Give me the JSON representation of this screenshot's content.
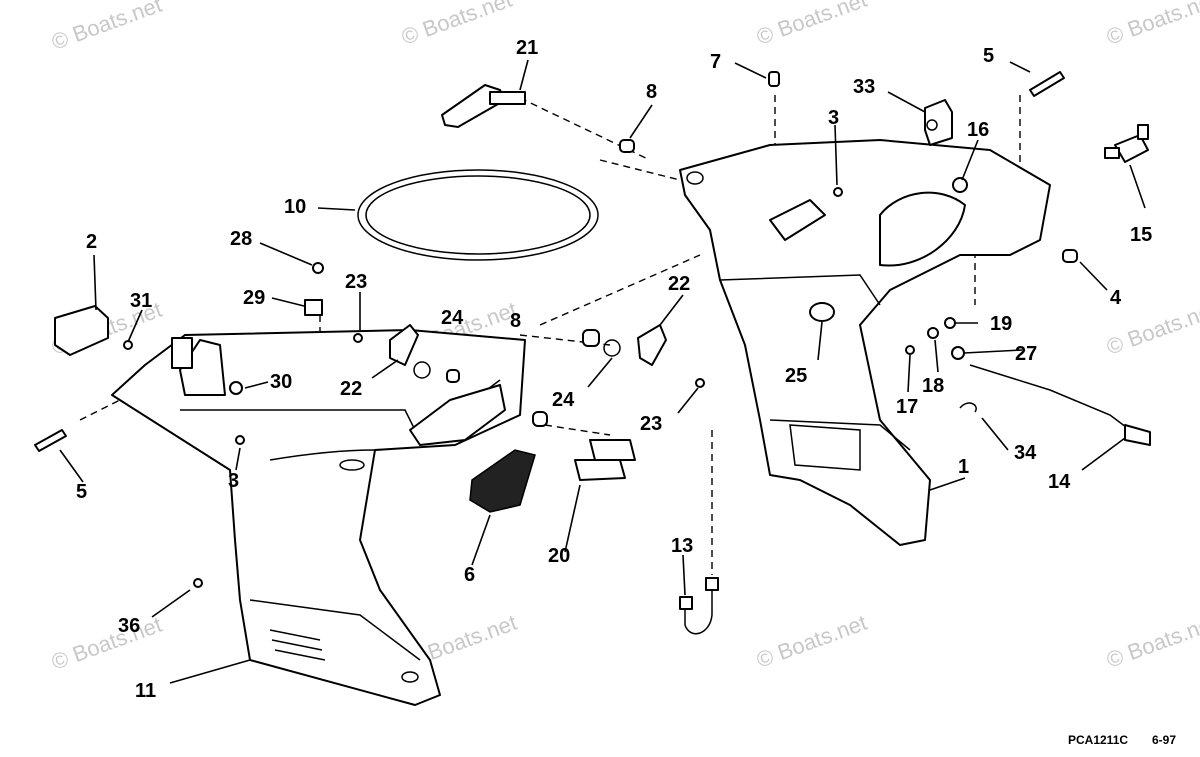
{
  "callouts": [
    "1",
    "2",
    "3",
    "3",
    "4",
    "5",
    "5",
    "6",
    "7",
    "8",
    "8",
    "10",
    "11",
    "13",
    "14",
    "15",
    "16",
    "17",
    "18",
    "19",
    "20",
    "21",
    "22",
    "22",
    "23",
    "23",
    "24",
    "24",
    "25",
    "27",
    "28",
    "29",
    "30",
    "31",
    "33",
    "34",
    "36"
  ],
  "watermark_text": "© Boats.net",
  "drawing_code": {
    "id": "PCA1211C",
    "date": "6-97"
  },
  "colors": {
    "line": "#000000",
    "watermark": "#c8c8c8",
    "background": "#ffffff"
  }
}
